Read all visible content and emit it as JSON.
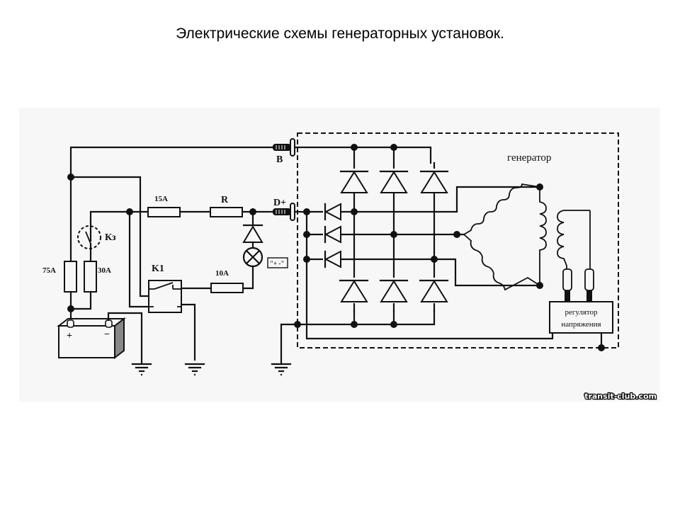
{
  "title": "Электрические схемы генераторных установок.",
  "diagram": {
    "type": "electrical-schematic",
    "labels": {
      "terminal_b": "B",
      "terminal_d": "D+",
      "fuse_15": "15A",
      "resistor": "R",
      "ignition_switch": "Кз",
      "fuse_75": "75A",
      "fuse_30": "30A",
      "relay": "K1",
      "fuse_10": "10A",
      "indicator_lamp": "\"+ -\"",
      "battery_plus": "+",
      "battery_minus": "−",
      "generator": "генератор",
      "regulator_line1": "регулятор",
      "regulator_line2": "напряжения"
    },
    "watermark": "transit-club.com"
  }
}
